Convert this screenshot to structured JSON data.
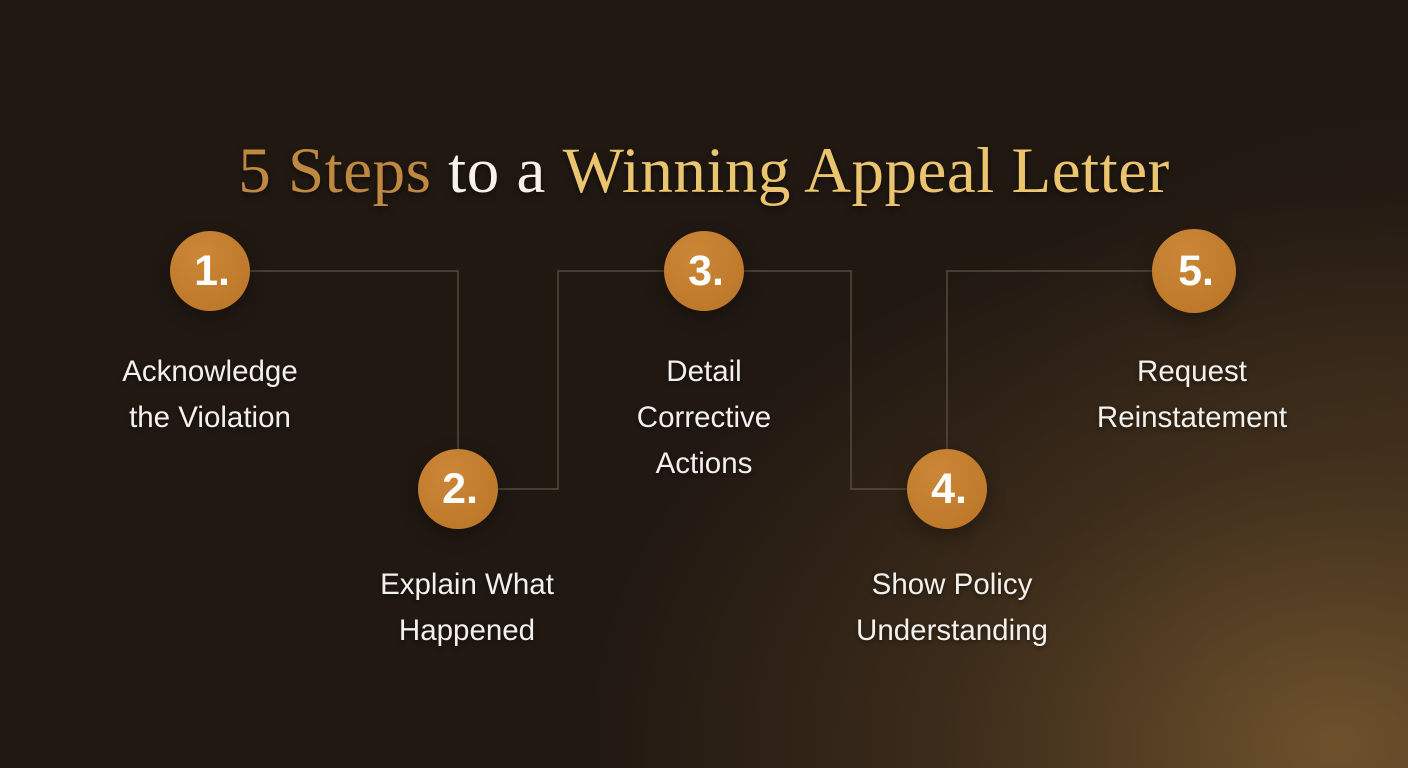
{
  "title": {
    "prefix": "5 Steps",
    "middle": " to a ",
    "highlight": "Winning Appeal Letter"
  },
  "steps": [
    {
      "number": "1.",
      "label": "Acknowledge\nthe Violation"
    },
    {
      "number": "2.",
      "label": "Explain What\nHappened"
    },
    {
      "number": "3.",
      "label": "Detail\nCorrective\nActions"
    },
    {
      "number": "4.",
      "label": "Show Policy\nUnderstanding"
    },
    {
      "number": "5.",
      "label": "Request\nReinstatement"
    }
  ],
  "colors": {
    "background": "#211812",
    "glow": "#816032",
    "circle": "#c07b2c",
    "number_text": "#fdfdfb",
    "label_text": "#f4f1ec",
    "connector": "#5e5645",
    "title_bronze": "#bf8841",
    "title_white": "#f7f2e9",
    "title_gold": "#eac46e"
  }
}
